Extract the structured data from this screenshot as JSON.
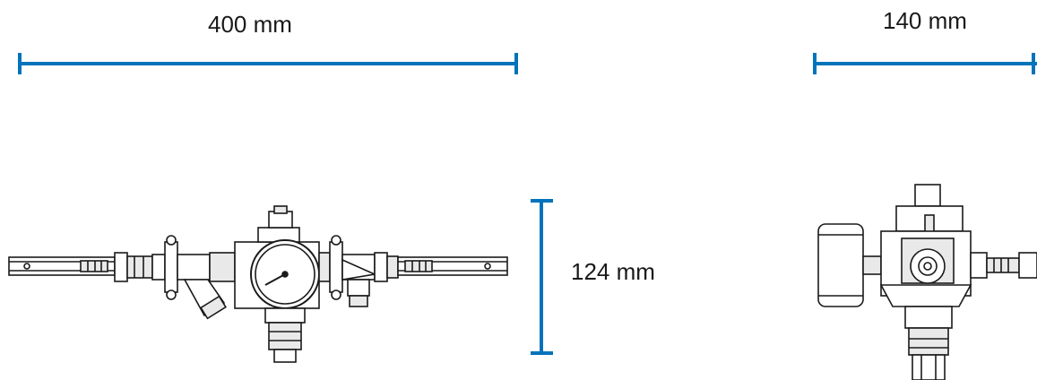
{
  "dimensions": {
    "front_width": "400 mm",
    "side_width": "140 mm",
    "height": "124 mm"
  },
  "colors": {
    "dimension_line": "#0073bb",
    "drawing_stroke": "#1a1a1a",
    "drawing_fill": "#ffffff",
    "shade_fill": "#e9e9e9"
  },
  "icons": {
    "front_view": "pressure-reducer-front-icon",
    "side_view": "pressure-reducer-side-icon"
  }
}
